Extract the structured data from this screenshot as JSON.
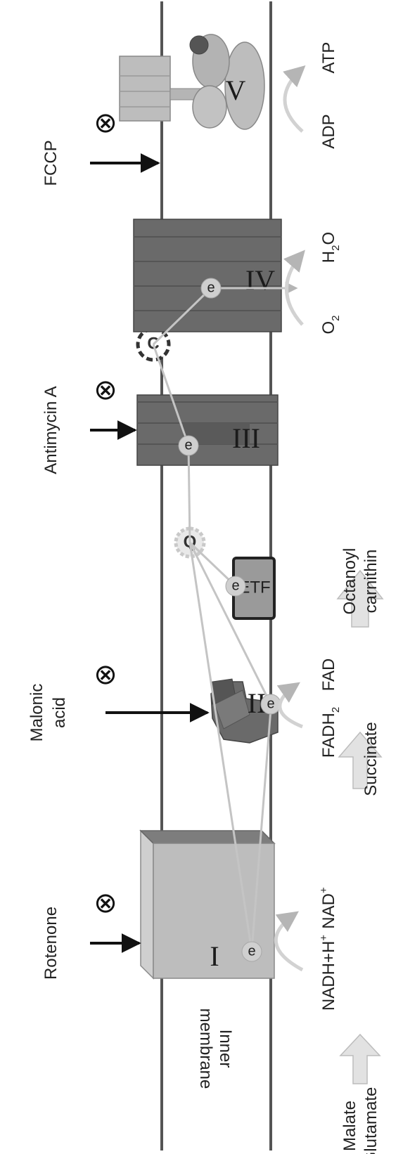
{
  "labels": {
    "rotenone": "Rotenone",
    "malonic_line1": "Malonic",
    "malonic_line2": "acid",
    "antimycin": "Antimycin A",
    "fccp": "FCCP",
    "membrane_line1": "Inner",
    "membrane_line2": "membrane",
    "malate": "Malate",
    "glutamate": "Glutamate",
    "nadh": "NADH+H",
    "nadh_sup": "+",
    "nad": "NAD",
    "nad_sup": "+",
    "fadh2": "FADH",
    "fadh2_sub": "2",
    "fad": "FAD",
    "succinate": "Succinate",
    "octanoyl_line1": "Octanoyl",
    "octanoyl_line2": "carnithin",
    "o2": "O",
    "o2_sub": "2",
    "h2o_h": "H",
    "h2o_sub": "2",
    "h2o_o": "O",
    "adp": "ADP",
    "atp": "ATP"
  },
  "complexes": {
    "c1": "I",
    "c2": "II",
    "c3": "III",
    "c4": "IV",
    "c5": "V",
    "etf": "ETF",
    "q": "Q",
    "c": "C"
  },
  "electron": "e",
  "inhibitor_symbol": "⊗",
  "colors": {
    "membrane_line": "#555555",
    "complex_dark": "#6a6a6a",
    "complex_light": "#bdbdbd",
    "complex_mid": "#9a9a9a",
    "electron_path": "#c4c4c4",
    "substrate_arrow": "#e2e2e2"
  }
}
